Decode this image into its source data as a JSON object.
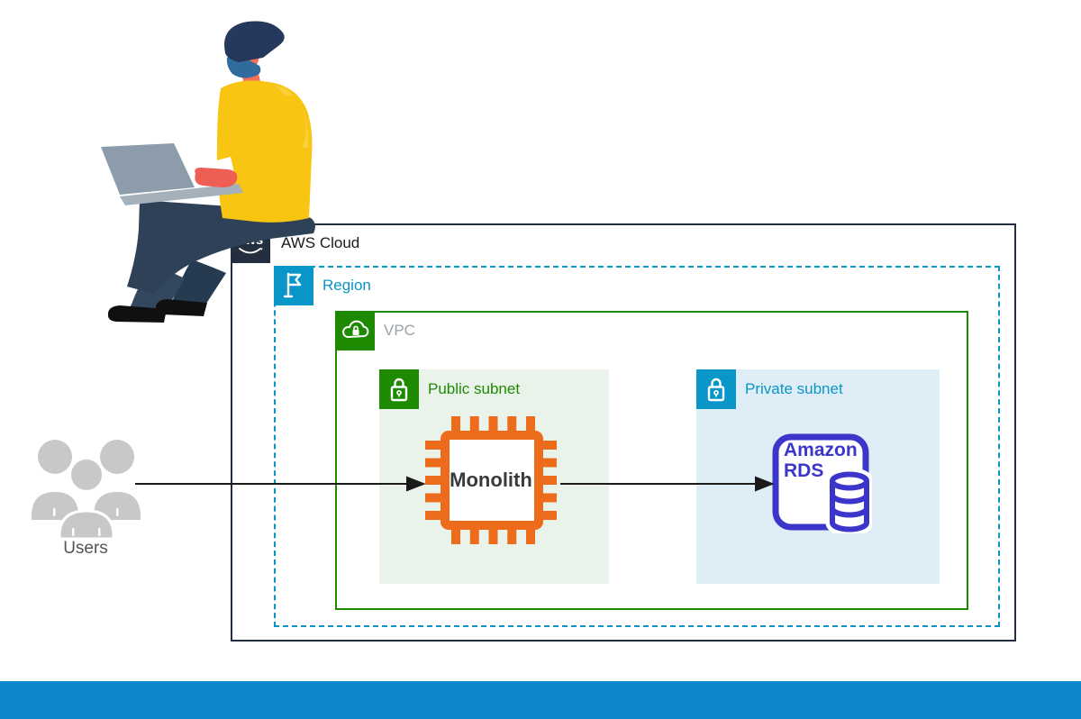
{
  "page": {
    "background_color": "#FFFFFF",
    "footer_bar_color": "#0F87CC"
  },
  "diagram": {
    "aws_cloud": {
      "label": "AWS Cloud",
      "logo_text": "aws",
      "border_color": "#232F3E"
    },
    "region": {
      "label": "Region",
      "color": "#0A96C8"
    },
    "vpc": {
      "label": "VPC",
      "label_color": "#9AA2AA",
      "border_color": "#1D8A02"
    },
    "public_subnet": {
      "label": "Public subnet",
      "color": "#1D8A02",
      "background": "#EAF3EA"
    },
    "private_subnet": {
      "label": "Private subnet",
      "color": "#0A96C8",
      "background": "#DEEDF6"
    },
    "monolith": {
      "label": "Monolith",
      "icon": "chip-icon",
      "color": "#ED6C1C"
    },
    "rds": {
      "line1": "Amazon",
      "line2": "RDS",
      "icon": "database-icon",
      "color": "#3B36C9"
    },
    "users": {
      "label": "Users",
      "icon": "user-group-icon",
      "color": "#C7C9C8"
    },
    "arrows": [
      {
        "from": "users",
        "to": "monolith"
      },
      {
        "from": "monolith",
        "to": "rds"
      }
    ],
    "illustration": "person-on-laptop"
  }
}
